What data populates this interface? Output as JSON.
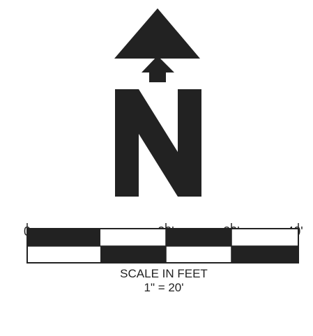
{
  "north_arrow": {
    "letter": "N",
    "icon": "north-arrow-icon"
  },
  "scale_bar": {
    "tick_labels": [
      "0",
      "20'",
      "30'",
      "40'"
    ],
    "title": "SCALE IN FEET",
    "ratio": "1\" = 20'"
  },
  "colors": {
    "ink": "#222222",
    "paper": "#ffffff"
  }
}
